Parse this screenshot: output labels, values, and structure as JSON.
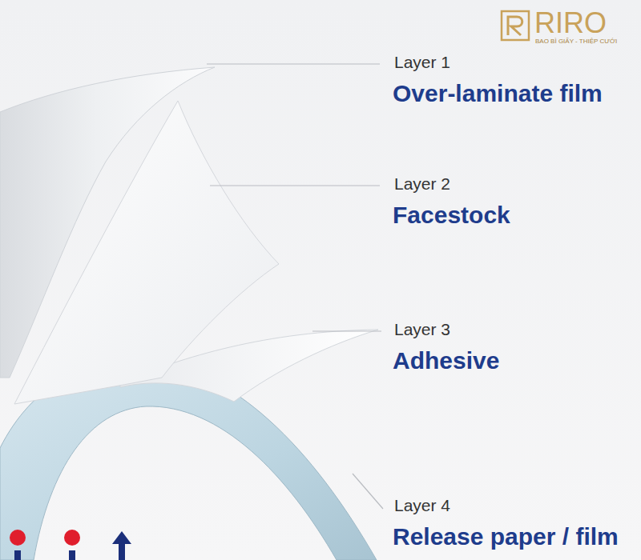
{
  "diagram": {
    "labels": [
      "RIRO",
      "BAO BÌ GIẤY - THIỆP CƯỚI",
      "Layer 1",
      "Over-laminate film",
      "Layer 2",
      "Facestock",
      "Layer 3",
      "Adhesive",
      "Layer 4",
      "Release paper / film"
    ]
  }
}
